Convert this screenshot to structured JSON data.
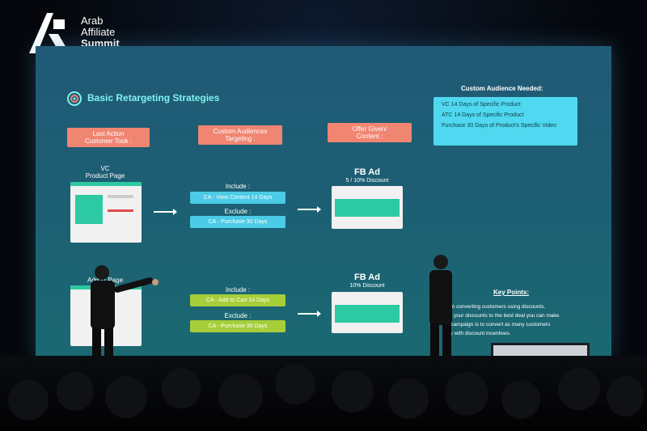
{
  "brand": {
    "line1": "Arab",
    "line2": "Affiliate",
    "line3": "Summit"
  },
  "slide": {
    "title": "Basic Retargeting Strategies",
    "headers": {
      "last_action": "Last Action\nCustomer Took :",
      "ca_targeting": "Custom Audiences\nTargeting :",
      "offer": "Offer Given/\nContent :"
    },
    "ca_needed": {
      "title": "Custom Audience Needed:",
      "items": [
        "VC 14 Days of Specific Product",
        "ATC 14 Days of Specific Product",
        "Purchase 30 Days of Product's Specific Video"
      ]
    },
    "row1": {
      "page_label": "VC\nProduct Page",
      "include_label": "Include :",
      "include_value": "CA - View Content 14 Days",
      "exclude_label": "Exclude :",
      "exclude_value": "CA - Purchase 30 Days",
      "ad_title": "FB Ad",
      "ad_sub": "5 / 10% Discount"
    },
    "row2": {
      "page_label": "Add t    t Page",
      "include_label": "Include :",
      "include_value": "CA - Add to Cart 14 Days",
      "exclude_label": "Exclude :",
      "exclude_value": "CA - Purchase 30 Days",
      "ad_title": "FB Ad",
      "ad_sub": "10% Discount"
    },
    "key_points": {
      "title": "Key Points:",
      "lines": [
        "s on converting customers using discounts.",
        "out your discounts to the best deal you can make.",
        "of campaign is to convert as many customers",
        "ibly with discount incentives."
      ]
    }
  },
  "colors": {
    "accent_orange": "#f08572",
    "accent_cyan": "#4fd8ef",
    "accent_green": "#a6ce39",
    "slide_bg": "#1d5e74"
  }
}
